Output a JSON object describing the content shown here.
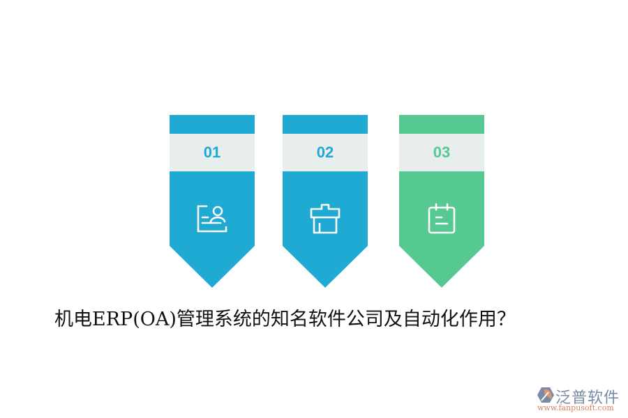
{
  "cards": [
    {
      "number": "01",
      "icon": "profile-card-icon",
      "color": "#1faad4",
      "number_color": "#1faad4"
    },
    {
      "number": "02",
      "icon": "gift-box-icon",
      "color": "#1faad4",
      "number_color": "#1faad4"
    },
    {
      "number": "03",
      "icon": "calendar-note-icon",
      "color": "#56c993",
      "number_color": "#56c993"
    }
  ],
  "title": "机电ERP(OA)管理系统的知名软件公司及自动化作用？",
  "logo": {
    "name": "泛普软件",
    "url": "www.fanpusoft.com"
  }
}
